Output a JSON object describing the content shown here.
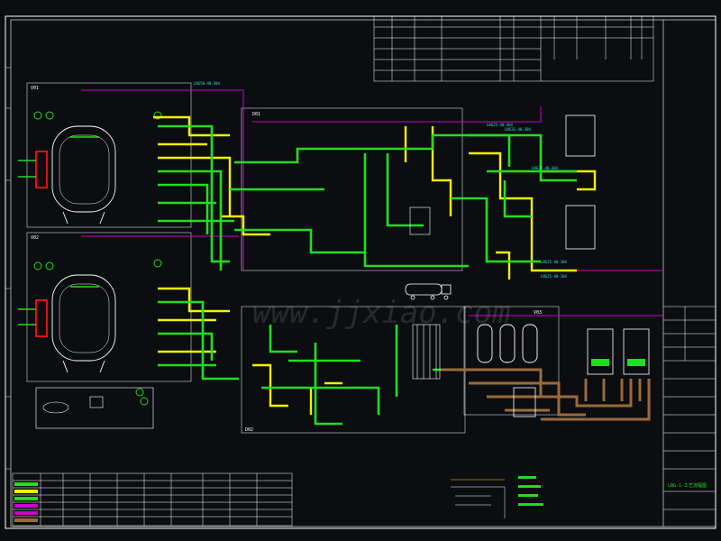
{
  "colors": {
    "background": "#0b0d10",
    "frame": "#ffffff",
    "green_pipe": "#22dd22",
    "yellow_pipe": "#f2f200",
    "magenta_pipe": "#d000d0",
    "brown_pipe": "#9b6a3c",
    "cyan_text": "#33e0e0",
    "red_element": "#e01010"
  },
  "vessels": [
    {
      "tag": "V01"
    },
    {
      "tag": "V02"
    }
  ],
  "areas": [
    {
      "tag": "D01"
    },
    {
      "tag": "D02"
    },
    {
      "tag": "V03"
    }
  ],
  "pipe_labels": [
    "LNG50-40-304",
    "LNG25-40-304",
    "LNG31-40-304",
    "LNG31-40-304",
    "LNG25-40-304",
    "LNG25-40-304"
  ],
  "title_block": {
    "drawing_title": "LNG-1-工艺流程图"
  },
  "watermark": "www.jjxiao.com"
}
